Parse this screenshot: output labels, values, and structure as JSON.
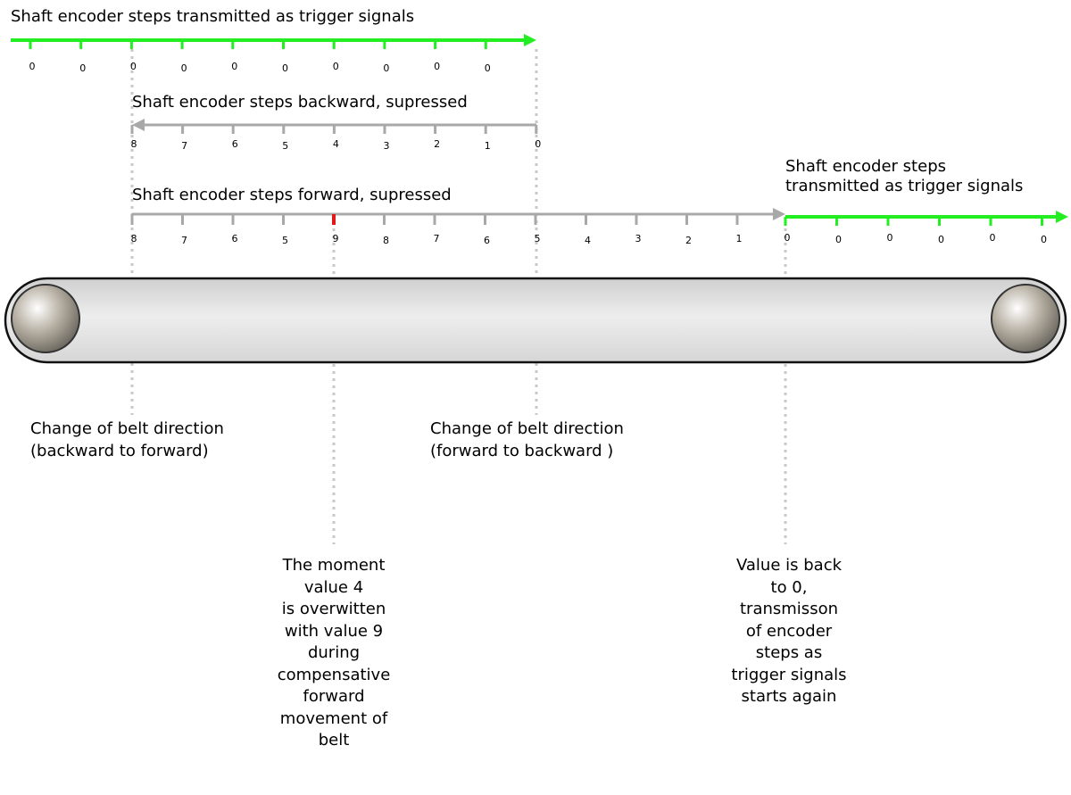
{
  "colors": {
    "transmitted": "#22ee22",
    "suppressed": "#a8a8a8",
    "overwrite_marker": "#e01818",
    "guide": "#c8c8c8"
  },
  "rows": {
    "top_transmitted": {
      "title": "Shaft encoder steps transmitted as  trigger signals",
      "ticks": [
        "0",
        "0",
        "0",
        "0",
        "0",
        "0",
        "0",
        "0",
        "0",
        "0"
      ]
    },
    "backward_suppressed": {
      "title": "Shaft encoder steps backward, supressed",
      "ticks": [
        "8",
        "7",
        "6",
        "5",
        "4",
        "3",
        "2",
        "1",
        "0"
      ]
    },
    "forward_suppressed": {
      "title": "Shaft encoder steps forward, supressed",
      "ticks": [
        "8",
        "7",
        "6",
        "5",
        "9",
        "8",
        "7",
        "6",
        "5",
        "4",
        "3",
        "2",
        "1"
      ]
    },
    "right_transmitted": {
      "title_lines": [
        "Shaft encoder steps",
        "transmitted as trigger signals"
      ],
      "ticks": [
        "0",
        "0",
        "0",
        "0",
        "0",
        "0"
      ]
    }
  },
  "notes": {
    "direction_change_backward_to_forward": [
      "Change of belt direction",
      "(backward to forward)"
    ],
    "direction_change_forward_to_backward": [
      "Change of belt direction",
      "(forward to backward )"
    ],
    "overwrite_moment": [
      "The moment",
      "value 4",
      "is overwitten",
      "with value 9",
      "during",
      "compensative",
      "forward",
      "movement of",
      "belt"
    ],
    "back_to_zero": [
      "Value is back",
      "to 0,",
      "transmisson",
      "of encoder",
      "steps as",
      "trigger signals",
      "starts again"
    ]
  }
}
